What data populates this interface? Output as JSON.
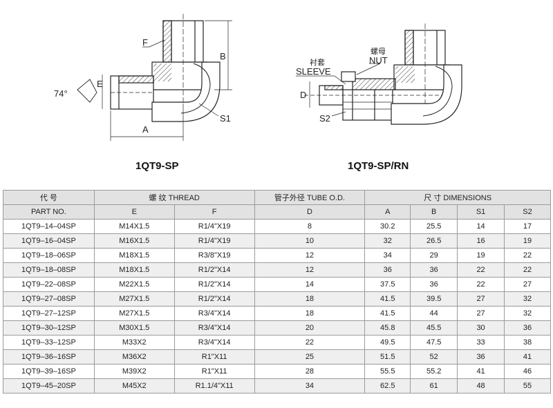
{
  "drawing_left": {
    "caption": "1QT9-SP",
    "labels": {
      "f": "F",
      "b": "B",
      "e": "E",
      "a": "A",
      "s1": "S1",
      "angle": "74°"
    }
  },
  "drawing_right": {
    "caption": "1QT9-SP/RN",
    "labels": {
      "sleeve_cn": "衬套",
      "sleeve": "SLEEVE",
      "nut_cn": "螺母",
      "nut": "NUT",
      "d": "D",
      "s2": "S2"
    }
  },
  "table": {
    "headers": {
      "part_cn": "代 号",
      "part_en": "PART NO.",
      "thread": "螺 纹 THREAD",
      "tube": "管子外径 TUBE O.D.",
      "dims": "尺 寸   DIMENSIONS",
      "e": "E",
      "f": "F",
      "d": "D",
      "a": "A",
      "b": "B",
      "s1": "S1",
      "s2": "S2"
    },
    "rows": [
      [
        "1QT9–14–04SP",
        "M14X1.5",
        "R1/4\"X19",
        "8",
        "30.2",
        "25.5",
        "14",
        "17"
      ],
      [
        "1QT9–16–04SP",
        "M16X1.5",
        "R1/4\"X19",
        "10",
        "32",
        "26.5",
        "16",
        "19"
      ],
      [
        "1QT9–18–06SP",
        "M18X1.5",
        "R3/8\"X19",
        "12",
        "34",
        "29",
        "19",
        "22"
      ],
      [
        "1QT9–18–08SP",
        "M18X1.5",
        "R1/2\"X14",
        "12",
        "36",
        "36",
        "22",
        "22"
      ],
      [
        "1QT9–22–08SP",
        "M22X1.5",
        "R1/2\"X14",
        "14",
        "37.5",
        "36",
        "22",
        "27"
      ],
      [
        "1QT9–27–08SP",
        "M27X1.5",
        "R1/2\"X14",
        "18",
        "41.5",
        "39.5",
        "27",
        "32"
      ],
      [
        "1QT9–27–12SP",
        "M27X1.5",
        "R3/4\"X14",
        "18",
        "41.5",
        "44",
        "27",
        "32"
      ],
      [
        "1QT9–30–12SP",
        "M30X1.5",
        "R3/4\"X14",
        "20",
        "45.8",
        "45.5",
        "30",
        "36"
      ],
      [
        "1QT9–33–12SP",
        "M33X2",
        "R3/4\"X14",
        "22",
        "49.5",
        "47.5",
        "33",
        "38"
      ],
      [
        "1QT9–36–16SP",
        "M36X2",
        "R1\"X11",
        "25",
        "51.5",
        "52",
        "36",
        "41"
      ],
      [
        "1QT9–39–16SP",
        "M39X2",
        "R1\"X11",
        "28",
        "55.5",
        "55.2",
        "41",
        "46"
      ],
      [
        "1QT9–45–20SP",
        "M45X2",
        "R1.1/4\"X11",
        "34",
        "62.5",
        "61",
        "48",
        "55"
      ]
    ]
  }
}
